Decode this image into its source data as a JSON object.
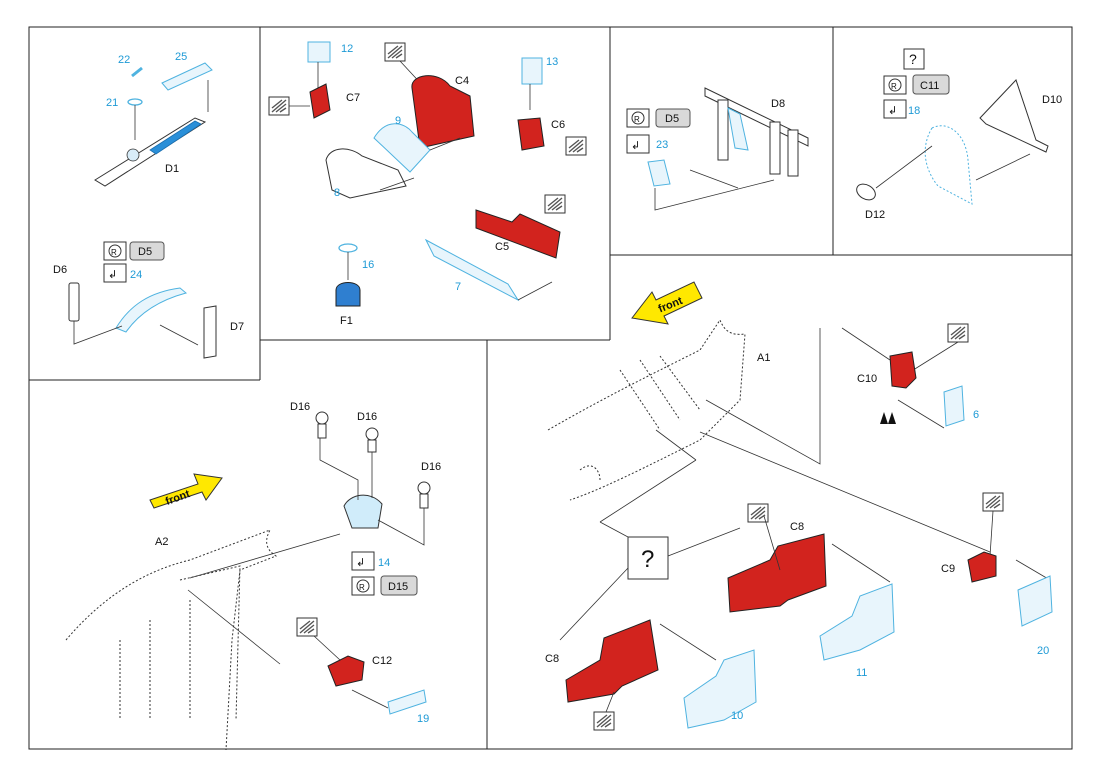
{
  "colors": {
    "paint_red": "#d2231e",
    "photo_etch_blue": "#1e9ad6",
    "arrow_yellow": "#ffe800"
  },
  "icons": [
    "paint-swatch-icon",
    "remove-part-icon",
    "bend-fold-icon",
    "question-mark-icon"
  ],
  "arrows": {
    "front": "front"
  },
  "symbols": {
    "question": "?",
    "remove": "R",
    "bend": "↲"
  },
  "panels": {
    "p1": {
      "parts": {
        "p22": "22",
        "p25": "25",
        "p21": "21",
        "d1": "D1"
      }
    },
    "p2": {
      "parts": {
        "p12": "12",
        "c7": "C7",
        "c4": "C4",
        "p9": "9",
        "p8": "8",
        "p13": "13",
        "c6": "C6",
        "c5": "C5",
        "p7": "7",
        "p16": "16",
        "f1": "F1"
      }
    },
    "p3": {
      "parts": {
        "d5": "D5",
        "d8": "D8",
        "p23": "23"
      }
    },
    "p4": {
      "parts": {
        "c11": "C11",
        "p18": "18",
        "d10": "D10",
        "d12": "D12"
      }
    },
    "p5": {
      "parts": {
        "d5": "D5",
        "p24": "24",
        "d6": "D6",
        "d7": "D7"
      }
    },
    "p6": {
      "parts": {
        "d16a": "D16",
        "d16b": "D16",
        "d16c": "D16",
        "a2": "A2",
        "p14": "14",
        "d15": "D15",
        "c12": "C12",
        "p19": "19"
      }
    },
    "p7": {
      "parts": {
        "a1": "A1",
        "c10": "C10",
        "p6": "6",
        "c8a": "C8",
        "c8b": "C8",
        "c9": "C9",
        "p11": "11",
        "p10": "10",
        "p20": "20"
      }
    }
  }
}
